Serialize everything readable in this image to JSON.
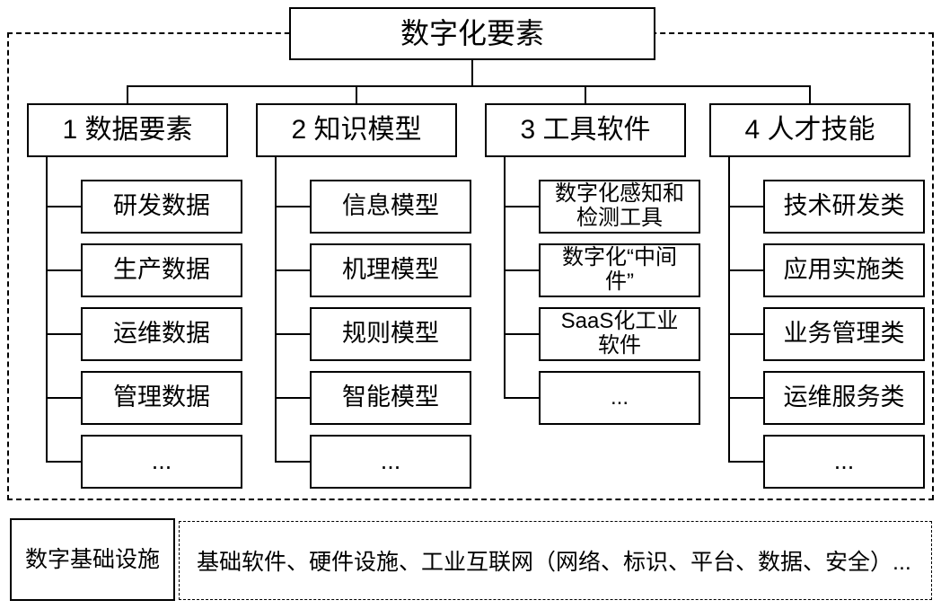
{
  "root": {
    "label": "数字化要素"
  },
  "branches": [
    {
      "label": "1 数据要素",
      "children": [
        "研发数据",
        "生产数据",
        "运维数据",
        "管理数据",
        "..."
      ]
    },
    {
      "label": "2 知识模型",
      "children": [
        "信息模型",
        "机理模型",
        "规则模型",
        "智能模型",
        "..."
      ]
    },
    {
      "label": "3 工具软件",
      "children": [
        "数字化感知和\n检测工具",
        "数字化“中间\n件”",
        "SaaS化工业\n软件",
        "..."
      ]
    },
    {
      "label": "4 人才技能",
      "children": [
        "技术研发类",
        "应用实施类",
        "业务管理类",
        "运维服务类",
        "..."
      ]
    }
  ],
  "infrastructure": {
    "label": "数字基础设施",
    "description": "基础软件、硬件设施、工业互联网（网络、标识、平台、数据、安全）..."
  },
  "colors": {
    "line": "#000000",
    "background": "#ffffff",
    "text": "#000000"
  }
}
